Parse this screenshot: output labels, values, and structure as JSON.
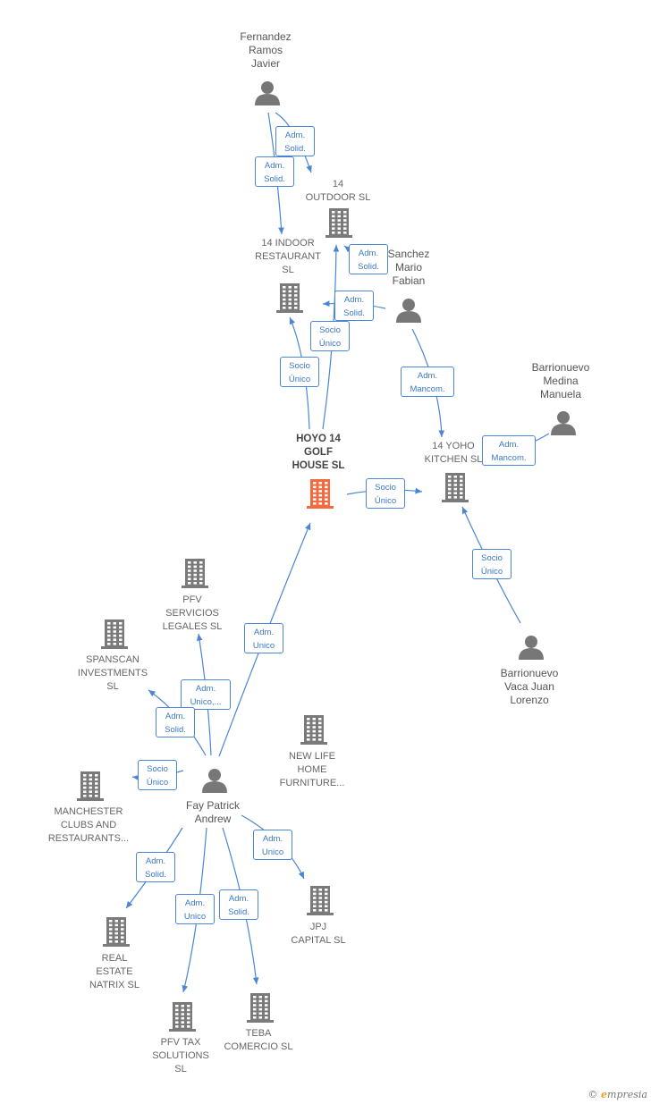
{
  "colors": {
    "edge": "#4a86d4",
    "company": "#7a7a7a",
    "focus_company": "#f26a3d",
    "person": "#777777",
    "brand_accent": "#f0a020"
  },
  "nodes": [
    {
      "id": "fernandez",
      "type": "person",
      "label": "Fernandez\nRamos\nJavier"
    },
    {
      "id": "outdoor",
      "type": "company",
      "label": "14\nOUTDOOR  SL"
    },
    {
      "id": "indoor",
      "type": "company",
      "label": "14 INDOOR\nRESTAURANT\nSL"
    },
    {
      "id": "sanchez",
      "type": "person",
      "label": "Sanchez\nMario\nFabian"
    },
    {
      "id": "medina",
      "type": "person",
      "label": "Barrionuevo\nMedina\nManuela"
    },
    {
      "id": "hoyo",
      "type": "focus",
      "label": "HOYO 14\nGOLF\nHOUSE  SL"
    },
    {
      "id": "yoho",
      "type": "company",
      "label": "14 YOHO\nKITCHEN  SL"
    },
    {
      "id": "pfvserv",
      "type": "company",
      "label": "PFV\nSERVICIOS\nLEGALES  SL"
    },
    {
      "id": "spanscan",
      "type": "company",
      "label": "SPANSCAN\nINVESTMENTS\nSL"
    },
    {
      "id": "vaca",
      "type": "person",
      "label": "Barrionuevo\nVaca Juan\nLorenzo"
    },
    {
      "id": "newlife",
      "type": "company",
      "label": "NEW LIFE\nHOME\nFURNITURE..."
    },
    {
      "id": "manchester",
      "type": "company",
      "label": "MANCHESTER\nCLUBS AND\nRESTAURANTS..."
    },
    {
      "id": "fay",
      "type": "person",
      "label": "Fay Patrick\nAndrew"
    },
    {
      "id": "jpj",
      "type": "company",
      "label": "JPJ\nCAPITAL  SL"
    },
    {
      "id": "realestate",
      "type": "company",
      "label": "REAL\nESTATE\nNATRIX  SL"
    },
    {
      "id": "teba",
      "type": "company",
      "label": "TEBA\nCOMERCIO  SL"
    },
    {
      "id": "pfvtax",
      "type": "company",
      "label": "PFV TAX\nSOLUTIONS\nSL"
    }
  ],
  "edges": [
    {
      "from": "fernandez",
      "to": "outdoor",
      "label": "Adm.\nSolid."
    },
    {
      "from": "fernandez",
      "to": "indoor",
      "label": "Adm.\nSolid."
    },
    {
      "from": "sanchez",
      "to": "outdoor",
      "label": "Adm.\nSolid."
    },
    {
      "from": "sanchez",
      "to": "indoor",
      "label": "Adm.\nSolid."
    },
    {
      "from": "hoyo",
      "to": "outdoor",
      "label": "Socio\nÚnico"
    },
    {
      "from": "hoyo",
      "to": "indoor",
      "label": "Socio\nÚnico"
    },
    {
      "from": "sanchez",
      "to": "yoho",
      "label": "Adm.\nMancom."
    },
    {
      "from": "medina",
      "to": "yoho",
      "label": "Adm.\nMancom."
    },
    {
      "from": "hoyo",
      "to": "yoho",
      "label": "Socio\nÚnico"
    },
    {
      "from": "vaca",
      "to": "yoho",
      "label": "Socio\nÚnico"
    },
    {
      "from": "fay",
      "to": "hoyo",
      "label": "Adm.\nUnico"
    },
    {
      "from": "fay",
      "to": "pfvserv",
      "label": "Adm.\nUnico,..."
    },
    {
      "from": "fay",
      "to": "spanscan",
      "label": "Adm.\nSolid."
    },
    {
      "from": "fay",
      "to": "newlife",
      "label": "Socio\nÚnico"
    },
    {
      "from": "fay",
      "to": "manchester",
      "label": "Adm.\nUnico"
    },
    {
      "from": "fay",
      "to": "jpj",
      "label": "Adm.\nSolid."
    },
    {
      "from": "fay",
      "to": "realestate",
      "label": "Adm.\nUnico"
    },
    {
      "from": "fay",
      "to": "pfvtax",
      "label": "Adm.\nSolid."
    },
    {
      "from": "fay",
      "to": "teba",
      "label": "Adm.\nUnico"
    }
  ],
  "brand": {
    "copyright": "©",
    "first_letter": "e",
    "rest": "mpresia"
  }
}
